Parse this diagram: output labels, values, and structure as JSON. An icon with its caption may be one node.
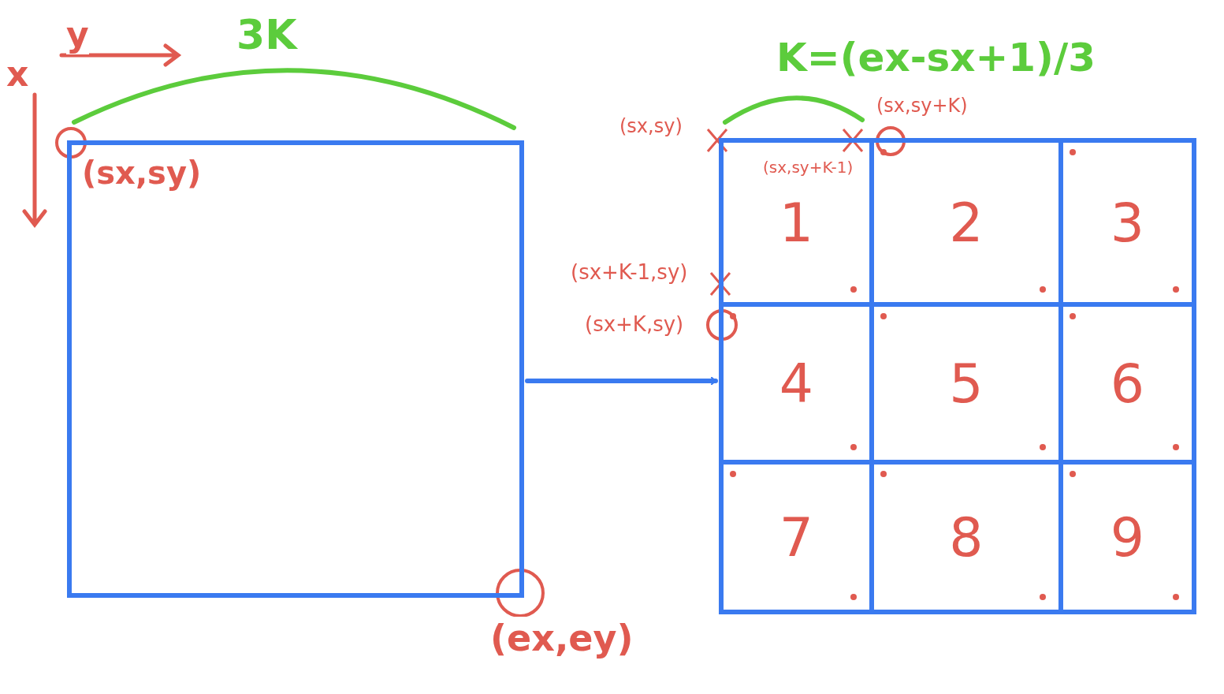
{
  "diagram": {
    "nodes": [
      {
        "text": [],
        "shape": "box"
      },
      {
        "text": [],
        "shape": "box"
      },
      {
        "text": [
          "1"
        ],
        "in": 1
      },
      {
        "text": [
          "2"
        ],
        "in": 1
      },
      {
        "text": [
          "3"
        ],
        "in": 1
      },
      {
        "text": [
          "4"
        ],
        "in": 1
      },
      {
        "text": [
          "5"
        ],
        "in": 1
      },
      {
        "text": [
          "6"
        ],
        "in": 1
      },
      {
        "text": [
          "7"
        ],
        "in": 1
      },
      {
        "text": [
          "8"
        ],
        "in": 1
      },
      {
        "text": [
          "9"
        ],
        "in": 1
      }
    ],
    "edges": [
      {
        "from": 0,
        "to": 1,
        "arrow": "to"
      }
    ],
    "labels": [
      "y",
      "3K",
      "x",
      "(sx,sy)",
      "(ex,ey)",
      "K=(ex-sx+1)/3",
      "(sx,sy)",
      "(sx,sy+K)",
      "(sx,sy+K-1)",
      "(sx+K-1,sy)",
      "(sx+K,sy)"
    ]
  }
}
